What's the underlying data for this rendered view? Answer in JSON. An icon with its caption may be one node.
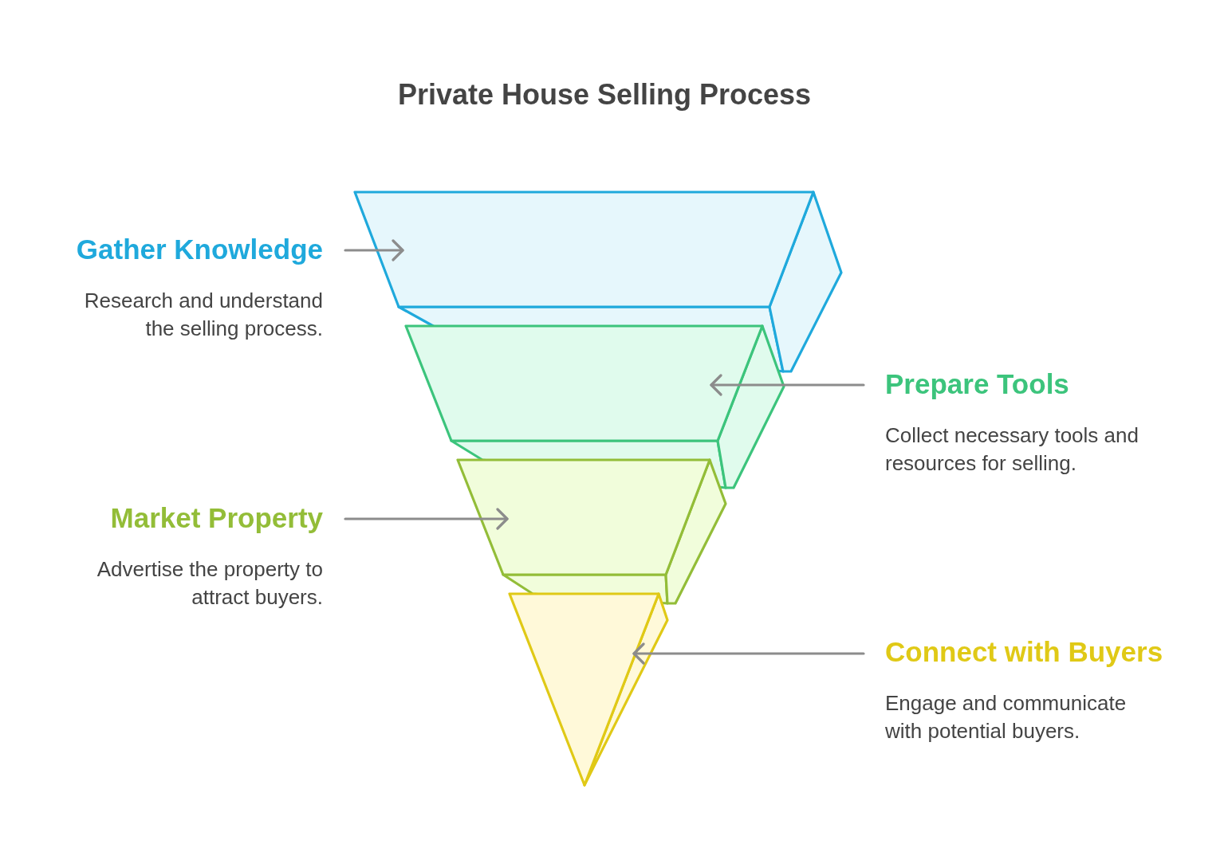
{
  "diagram": {
    "title": "Private House Selling Process",
    "nodes": [
      {
        "text": [
          "Gather Knowledge",
          "Research and understand the selling process."
        ]
      },
      {
        "text": [],
        "shape": "trapezoid"
      },
      {
        "text": [
          "Prepare Tools",
          "Collect necessary tools and resources for selling."
        ]
      },
      {
        "text": [],
        "shape": "trapezoid"
      },
      {
        "text": [
          "Market Property",
          "Advertise the property to attract buyers."
        ]
      },
      {
        "text": [],
        "shape": "trapezoid"
      },
      {
        "text": [
          "Connect with Buyers",
          "Engage and communicate with potential buyers."
        ]
      },
      {
        "text": [],
        "shape": "triangle"
      }
    ],
    "edges": [
      {
        "from": 0,
        "to": 1,
        "arrow": "to"
      },
      {
        "from": 2,
        "to": 3,
        "arrow": "to"
      },
      {
        "from": 4,
        "to": 5,
        "arrow": "to"
      },
      {
        "from": 6,
        "to": 7,
        "arrow": "to"
      }
    ]
  }
}
